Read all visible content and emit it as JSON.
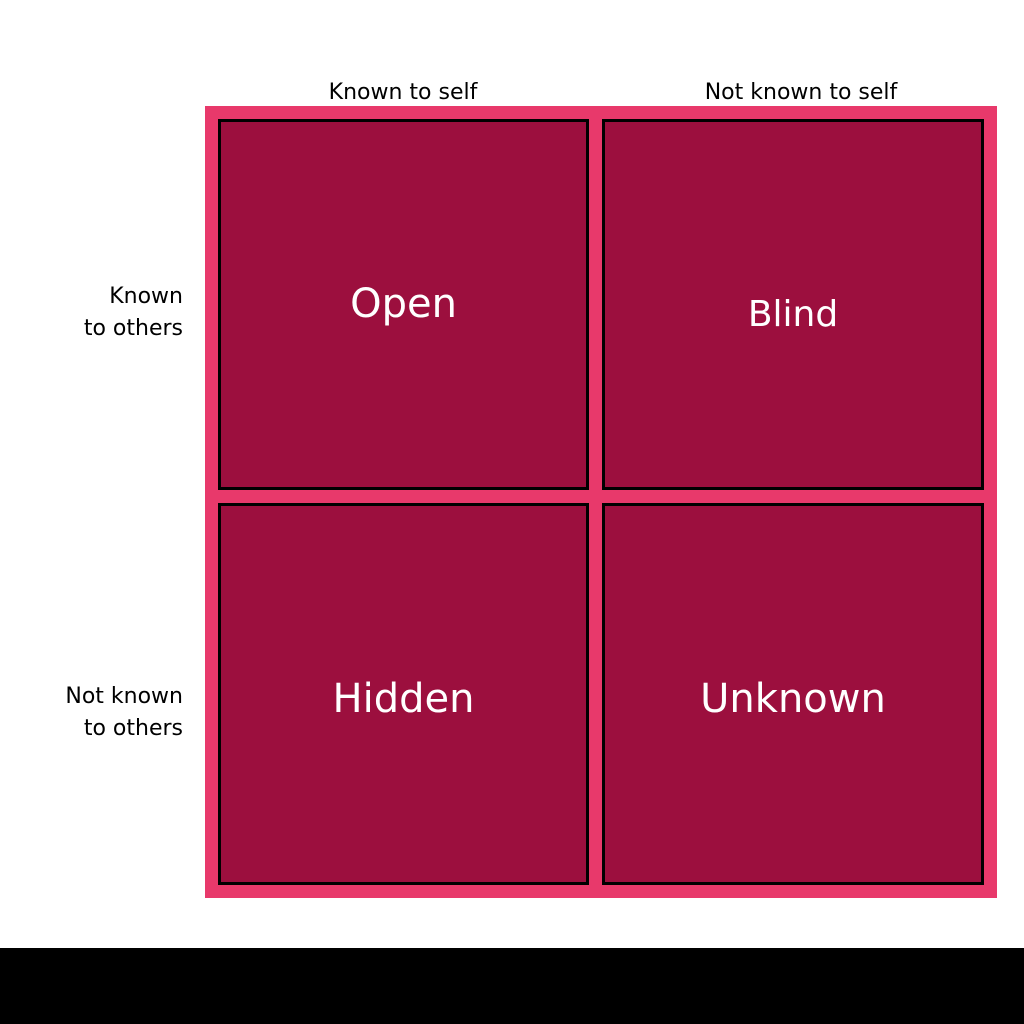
{
  "diagram": {
    "type": "johari-window",
    "colors": {
      "frame": "#e8396b",
      "cell_fill": "#9c0f3e",
      "cell_border": "#000000",
      "label_text": "#ffffff",
      "axis_text": "#000000",
      "background": "#ffffff",
      "letterbox": "#000000"
    },
    "columns": [
      {
        "label": "Known to self"
      },
      {
        "label": "Not known to self"
      }
    ],
    "rows": [
      {
        "line1": "Known",
        "line2": "to others"
      },
      {
        "line1": "Not known",
        "line2": "to others"
      }
    ],
    "quadrants": [
      {
        "id": "open",
        "label": "Open",
        "row": 0,
        "column": 0
      },
      {
        "id": "blind",
        "label": "Blind",
        "row": 0,
        "column": 1
      },
      {
        "id": "hidden",
        "label": "Hidden",
        "row": 1,
        "column": 0
      },
      {
        "id": "unknown",
        "label": "Unknown",
        "row": 1,
        "column": 1
      }
    ]
  }
}
